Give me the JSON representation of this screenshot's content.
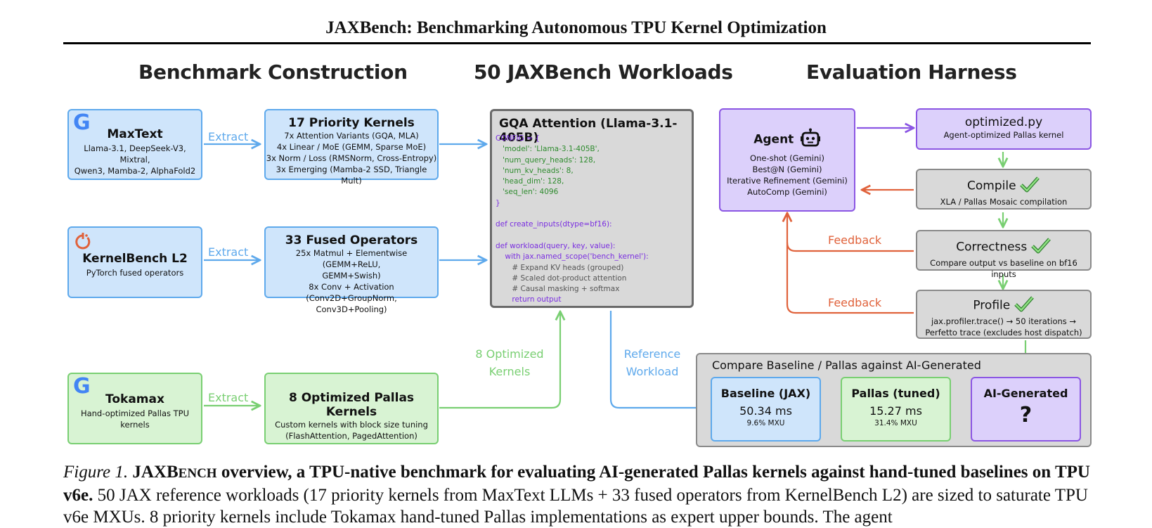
{
  "paper_title": "JAXBench: Benchmarking Autonomous TPU Kernel Optimization",
  "sections": {
    "construction": "Benchmark Construction",
    "workloads": "50 JAXBench Workloads",
    "harness": "Evaluation Harness"
  },
  "sources": {
    "maxtext": {
      "title": "MaxText",
      "desc_1": "Llama-3.1, DeepSeek-V3, Mixtral,",
      "desc_2": "Qwen3, Mamba-2, AlphaFold2"
    },
    "kernelbench": {
      "title": "KernelBench L2",
      "desc": "PyTorch fused operators"
    },
    "tokamax": {
      "title": "Tokamax",
      "desc_1": "Hand-optimized Pallas TPU",
      "desc_2": "kernels"
    }
  },
  "extract_label": "Extract",
  "groups": {
    "priority": {
      "title": "17 Priority Kernels",
      "lines": [
        "7x Attention Variants (GQA, MLA)",
        "4x Linear / MoE (GEMM, Sparse MoE)",
        "3x Norm / Loss (RMSNorm, Cross-Entropy)",
        "3x Emerging (Mamba-2 SSD, Triangle Mult)"
      ]
    },
    "fused": {
      "title": "33 Fused Operators",
      "lines": [
        "25x Matmul + Elementwise (GEMM+ReLU,",
        "GEMM+Swish)",
        "8x Conv + Activation (Conv2D+GroupNorm,",
        "Conv3D+Pooling)"
      ]
    },
    "pallas": {
      "title": "8 Optimized Pallas Kernels",
      "lines": [
        "Custom kernels with block size tuning",
        "(FlashAttention, PagedAttention)"
      ]
    }
  },
  "workload": {
    "title": "GQA Attention (Llama-3.1-405B)",
    "code": [
      {
        "t": "CONFIG = {",
        "c": "p"
      },
      {
        "t": "   'model': 'Llama-3.1-405B',",
        "c": "g"
      },
      {
        "t": "   'num_query_heads': 128,",
        "c": "g"
      },
      {
        "t": "   'num_kv_heads': 8,",
        "c": "g"
      },
      {
        "t": "   'head_dim': 128,",
        "c": "g"
      },
      {
        "t": "   'seq_len': 4096",
        "c": "g"
      },
      {
        "t": "}",
        "c": "p"
      },
      {
        "t": "",
        "c": "k"
      },
      {
        "t": "def create_inputs(dtype=bf16):",
        "c": "p"
      },
      {
        "t": "",
        "c": "k"
      },
      {
        "t": "def workload(query, key, value):",
        "c": "p"
      },
      {
        "t": "    with jax.named_scope('bench_kernel'):",
        "c": "p"
      },
      {
        "t": "       # Expand KV heads (grouped)",
        "c": "k"
      },
      {
        "t": "       # Scaled dot-product attention",
        "c": "k"
      },
      {
        "t": "       # Causal masking + softmax",
        "c": "k"
      },
      {
        "t": "       return output",
        "c": "p"
      }
    ]
  },
  "optimized_kernels_label": [
    "8 Optimized",
    "Kernels"
  ],
  "reference_workload_label": [
    "Reference",
    "Workload"
  ],
  "agent": {
    "title": "Agent",
    "modes": [
      "One-shot (Gemini)",
      "Best@N (Gemini)",
      "Iterative Refinement (Gemini)",
      "AutoComp (Gemini)"
    ]
  },
  "optimized_py": {
    "title": "optimized.py",
    "desc": "Agent-optimized Pallas kernel"
  },
  "compile": {
    "title": "Compile",
    "desc": "XLA / Pallas Mosaic compilation"
  },
  "correctness": {
    "title": "Correctness",
    "desc": "Compare output vs baseline on bf16 inputs"
  },
  "profile": {
    "title": "Profile",
    "desc_1": "jax.profiler.trace() → 50 iterations →",
    "desc_2": "Perfetto trace (excludes host dispatch)"
  },
  "feedback_label": "Feedback",
  "compare": {
    "title": "Compare Baseline / Pallas against AI-Generated",
    "baseline": {
      "title": "Baseline (JAX)",
      "time": "50.34 ms",
      "mxu": "9.6% MXU"
    },
    "pallas": {
      "title": "Pallas (tuned)",
      "time": "15.27 ms",
      "mxu": "31.4% MXU"
    },
    "ai": {
      "title": "AI-Generated",
      "value": "?"
    }
  },
  "caption": {
    "label": "Figure 1.",
    "bold_1": "JAXB",
    "bold_sc": "ENCH",
    "bold_2": " overview, a TPU-native benchmark for evaluating AI-generated Pallas kernels against hand-tuned baselines on TPU v6e.",
    "text": " 50 JAX reference workloads (17 priority kernels from MaxText LLMs + 33 fused operators from KernelBench L2) are sized to saturate TPU v6e MXUs. 8 priority kernels include Tokamax hand-tuned Pallas implementations as expert upper bounds. The agent"
  },
  "colors": {
    "blue": "#5ea9ec",
    "green": "#79cf72",
    "purple": "#8b56e3",
    "orange": "#e0623b",
    "gray": "#8a8a8a"
  },
  "icons": [
    "google-logo",
    "pytorch-logo",
    "robot-icon",
    "checkmark-icon"
  ]
}
